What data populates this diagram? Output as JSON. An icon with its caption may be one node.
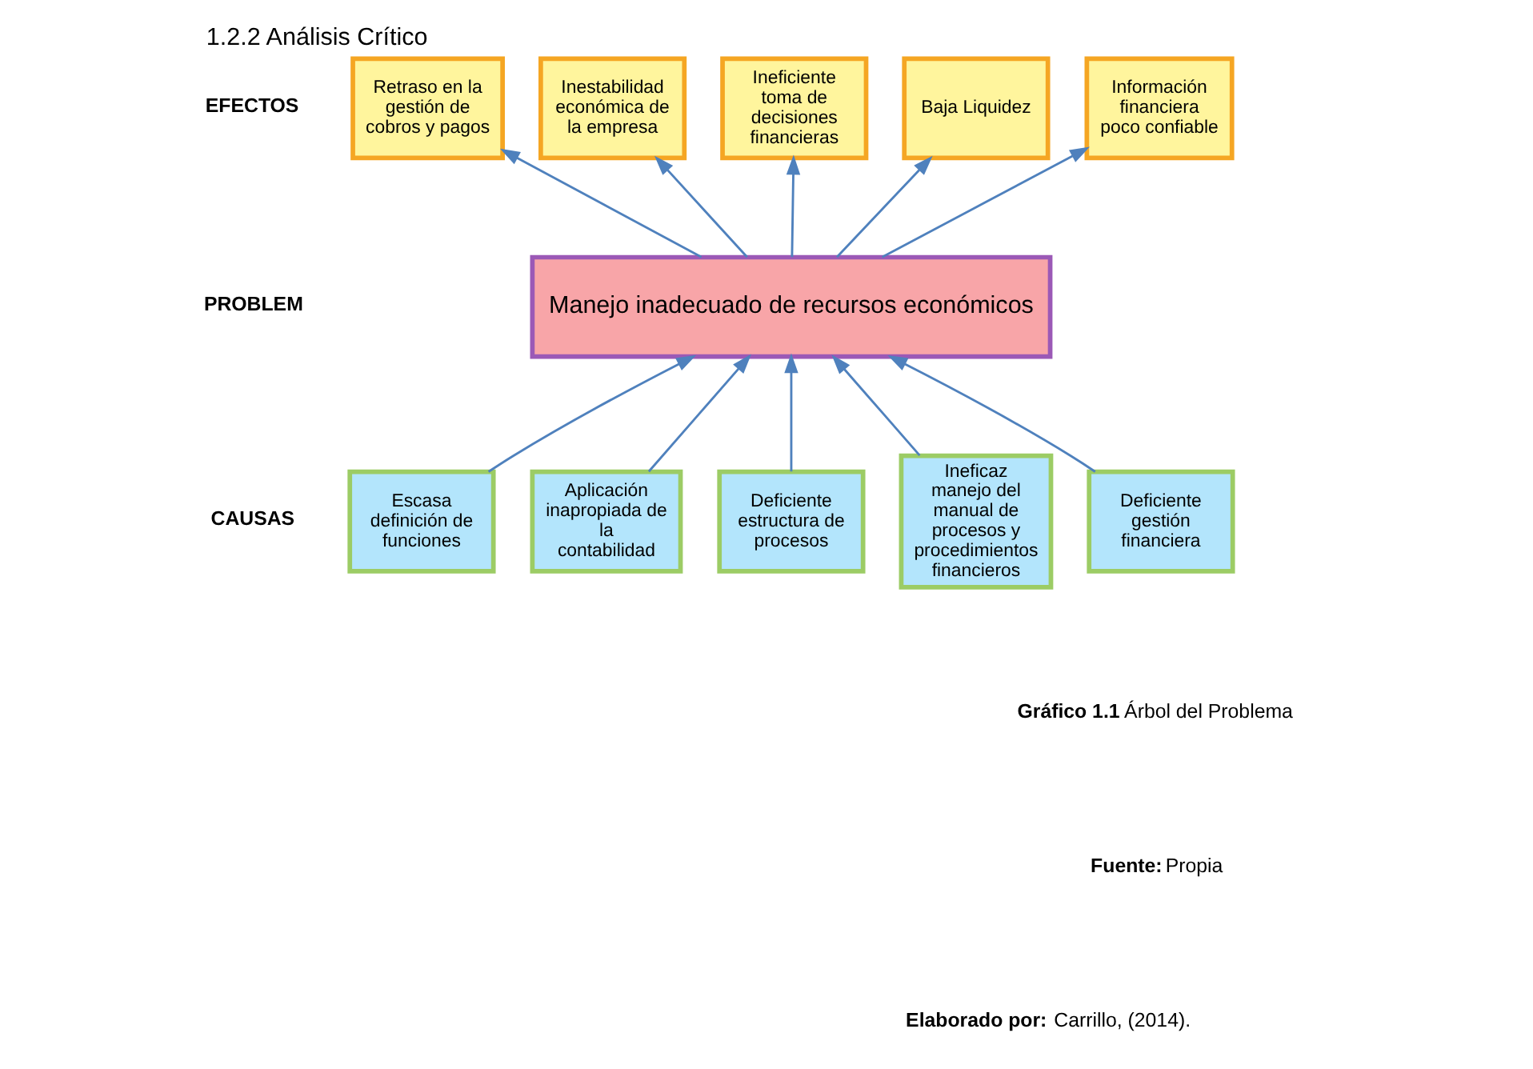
{
  "diagram": {
    "title": "1.2.2 Análisis Crítico",
    "nodes": [
      {
        "text": [
          "Baja Liquidez"
        ]
      },
      {
        "text": [
          "Información financiera poco confiable"
        ]
      },
      {
        "text": [
          "Retraso en la gestión de cobros y pagos"
        ]
      },
      {
        "text": [
          "Inestabilidad económica de la empresa"
        ]
      },
      {
        "text": [
          "Ineficiente toma de decisiones financieras"
        ]
      },
      {
        "text": [
          "Manejo inadecuado de recursos económicos"
        ]
      },
      {
        "text": [
          "Deficiente gestión financiera"
        ]
      },
      {
        "text": [
          "Escasa definición de funciones"
        ]
      },
      {
        "text": [
          "Aplicación inapropiada de la contabilidad"
        ]
      },
      {
        "text": [
          "Deficiente estructura de procesos"
        ]
      },
      {
        "text": [
          "Ineficaz manejo del manual de procesos y procedimientos financieros"
        ]
      }
    ],
    "edges": [
      {
        "from": 5,
        "to": 0,
        "arrow": "to"
      },
      {
        "from": 5,
        "to": 1,
        "arrow": "to"
      },
      {
        "from": 5,
        "to": 2,
        "arrow": "to"
      },
      {
        "from": 5,
        "to": 3,
        "arrow": "to"
      },
      {
        "from": 5,
        "to": 4,
        "arrow": "to"
      },
      {
        "from": 6,
        "to": 5,
        "arrow": "to"
      },
      {
        "from": 7,
        "to": 5,
        "arrow": "to"
      },
      {
        "from": 8,
        "to": 5,
        "arrow": "to"
      },
      {
        "from": 9,
        "to": 5,
        "arrow": "to"
      },
      {
        "from": 10,
        "to": 5,
        "arrow": "to"
      }
    ],
    "labels": [
      "EFECTOS",
      "PROBLEM",
      "CAUSAS",
      "**Gráfico 1.1** Árbol del Problema",
      "**Fuente:** Propia",
      "**Elaborado por:** Carrillo, (2014)."
    ]
  }
}
